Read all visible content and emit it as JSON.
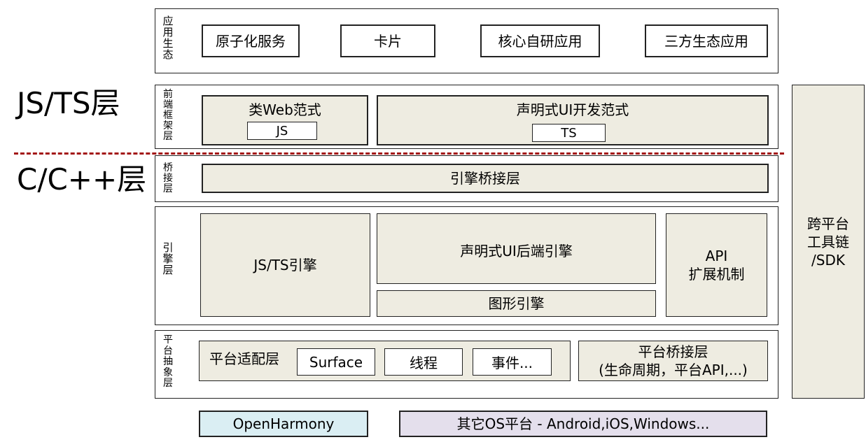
{
  "colors": {
    "beige": "#eeece1",
    "blue_light": "#daeef3",
    "lavender": "#e4dfec",
    "dashed_line": "#a31515"
  },
  "big_labels": {
    "js_ts": "JS/TS层",
    "c_cpp": "C/C++层"
  },
  "app_layer": {
    "label": "应用生态",
    "items": [
      "原子化服务",
      "卡片",
      "核心自研应用",
      "三方生态应用"
    ]
  },
  "frontend_layer": {
    "label": "前端框架层",
    "web": {
      "title": "类Web范式",
      "tag": "JS"
    },
    "declarative": {
      "title": "声明式UI开发范式",
      "tag": "TS"
    }
  },
  "bridge_layer": {
    "label": "桥接层",
    "content": "引擎桥接层"
  },
  "engine_layer": {
    "label": "引擎层",
    "jsts_engine": "JS/TS引擎",
    "declarative_backend": "声明式UI后端引擎",
    "graphics_engine": "图形引擎",
    "api_ext_line1": "API",
    "api_ext_line2": "扩展机制"
  },
  "platform_layer": {
    "label": "平台抽象层",
    "adapter": "平台适配层",
    "surface": "Surface",
    "thread": "线程",
    "event": "事件...",
    "bridge_title": "平台桥接层",
    "bridge_sub": "(生命周期，平台API,...)"
  },
  "toolchain": {
    "line1": "跨平台",
    "line2": "工具链",
    "line3": "/SDK"
  },
  "bottom": {
    "openharmony": "OpenHarmony",
    "other_os": "其它OS平台 - Android,iOS,Windows..."
  }
}
